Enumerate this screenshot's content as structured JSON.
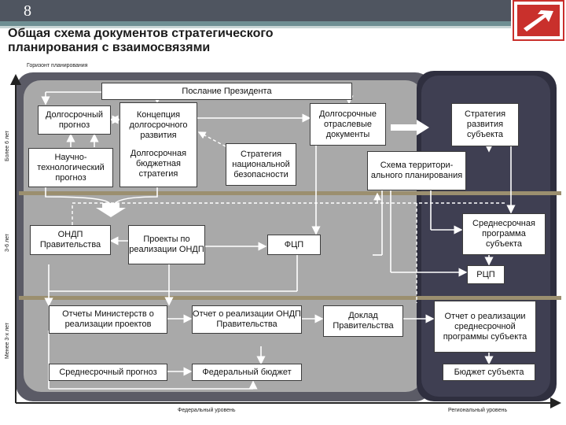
{
  "header": {
    "page_number": "8",
    "title": "Общая схема документов стратегического планирования с взаимосвязями"
  },
  "axes": {
    "y_title": "Горизонт планирования",
    "y_levels": [
      "Более 6 лет",
      "3-6 лет",
      "Менее 3-х лет"
    ],
    "x_levels": [
      "Федеральный уровень",
      "Региональный уровень"
    ]
  },
  "boxes": {
    "president": "Послание Президента",
    "long_forecast": "Долгосрочный прогноз",
    "concept": "Концепция долгосрочного развития",
    "budget_strategy": "Долгосрочная бюджетная стратегия",
    "sci_forecast": "Научно-технологический прогноз",
    "natsec": "Стратегия национальной безопасности",
    "sector_docs": "Долгосрочные отраслевые документы",
    "region_strategy": "Стратегия развития субъекта",
    "territory_scheme": "Схема территори-ального планирования",
    "ondp": "ОНДП Правительства",
    "ondp_projects": "Проекты по реализации ОНДП",
    "fcp": "ФЦП",
    "mid_program": "Среднесрочная программа субъекта",
    "rcp": "РЦП",
    "ministry_reports": "Отчеты Министерств о реализации проектов",
    "ondp_report": "Отчет о реализации ОНДП Правительства",
    "gov_report": "Доклад Правительства",
    "region_report": "Отчет о реализации среднесрочной программы субъекта",
    "mid_forecast": "Среднесрочный прогноз",
    "fed_budget": "Федеральный бюджет",
    "region_budget": "Бюджет субъекта"
  },
  "colors": {
    "federal_panel": "#a8a8a8",
    "regional_panel": "#3c3c4e",
    "separator": "#9b8f6f",
    "accent_logo": "#c9302c"
  }
}
